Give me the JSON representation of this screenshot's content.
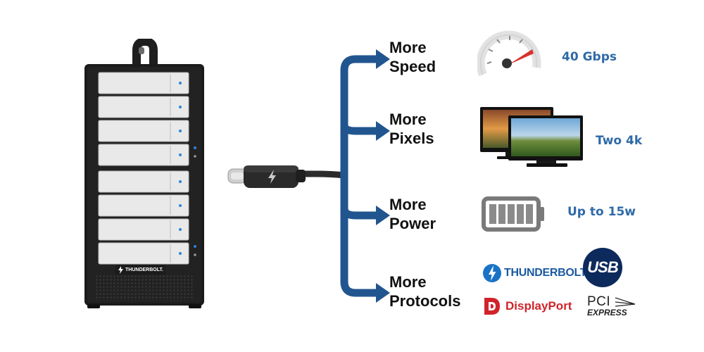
{
  "enclosure": {
    "brand": "THUNDERBOLT.",
    "drive_bays": 8
  },
  "features": [
    {
      "line1": "More",
      "line2": "Speed",
      "value": "40 Gbps",
      "icon": "speedometer-icon"
    },
    {
      "line1": "More",
      "line2": "Pixels",
      "value": "Two 4k",
      "icon": "monitors-icon"
    },
    {
      "line1": "More",
      "line2": "Power",
      "value": "Up to 15w",
      "icon": "battery-icon"
    },
    {
      "line1": "More",
      "line2": "Protocols",
      "icon": "protocol-logos"
    }
  ],
  "logos": {
    "thunderbolt": "THUNDERBOLT.",
    "usb": "USB",
    "displayport": "DisplayPort",
    "pci_top": "PCI",
    "pci_bottom": "EXPRESS"
  },
  "colors": {
    "arrow_blue": "#21558f",
    "value_blue": "#2f6aa7",
    "thunderbolt_blue": "#1a73c5",
    "displayport_red": "#d1232a",
    "usb_navy": "#0d2a5c"
  }
}
